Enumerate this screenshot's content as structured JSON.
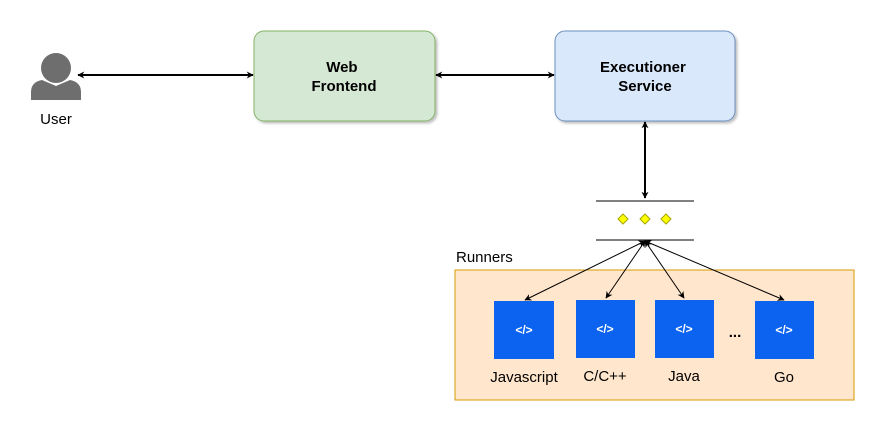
{
  "user": {
    "label": "User"
  },
  "web_frontend": {
    "line1": "Web",
    "line2": "Frontend",
    "fill": "#d5e8d4",
    "stroke": "#82b366"
  },
  "executioner_service": {
    "line1": "Executioner",
    "line2": "Service",
    "fill": "#dae8fc",
    "stroke": "#6c8ebf"
  },
  "queue": {
    "item_color": "#ffff00",
    "item_stroke": "#a6a600"
  },
  "runners": {
    "title": "Runners",
    "fill": "#ffe6cc",
    "stroke": "#d79b00",
    "icon_color": "#0b63f0",
    "icon_glyph": "</>",
    "ellipsis": "...",
    "items": [
      {
        "label": "Javascript"
      },
      {
        "label": "C/C++"
      },
      {
        "label": "Java"
      },
      {
        "label": "Go"
      }
    ]
  }
}
